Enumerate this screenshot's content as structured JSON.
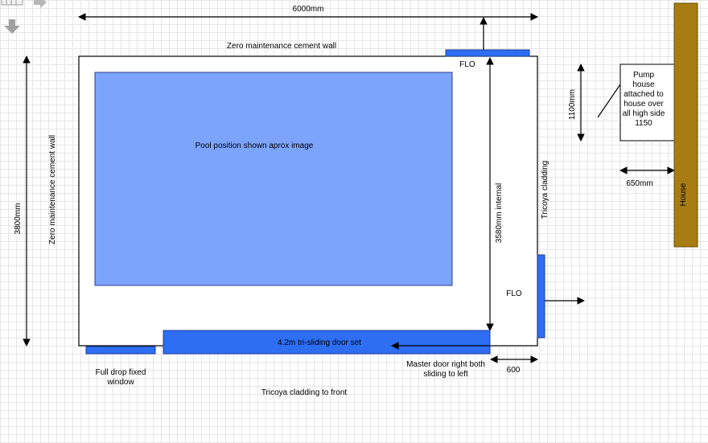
{
  "dimensions": {
    "overall_width": "6000mm",
    "overall_height": "3800mm",
    "internal_depth": "3580mm internal",
    "pump_house_height": "1100mm",
    "house_gap": "650mm",
    "bottom_offset": "600"
  },
  "walls": {
    "top": "Zero maintenance cement wall",
    "left": "Zero maintenance cement wall",
    "right": "Tricoya cladding",
    "front": "Tricoya cladding to front"
  },
  "pool": {
    "label": "Pool position shown aprox image"
  },
  "openings": {
    "flo_top": "FLO",
    "flo_right": "FLO",
    "sliding_door": "4.2m tri-sliding door set",
    "window_line1": "Full drop fixed",
    "window_line2": "window",
    "master_door_line1": "Master door right both",
    "master_door_line2": "sliding to left"
  },
  "pump_house": {
    "lines": [
      "Pump",
      "house",
      "attached to",
      "house over",
      "all high side",
      "1150"
    ]
  },
  "house": {
    "label": "House"
  },
  "colors": {
    "pool_fill": "#7ca4fc",
    "pool_stroke": "#2a3d8f",
    "opening_fill": "#2d6ef3",
    "opening_stroke": "#1e3f9a",
    "house_fill": "#a67c13",
    "house_stroke": "#6b4f0a"
  },
  "toolbar": {
    "icons": [
      "grid-icon",
      "arrow-right-icon",
      "arrow-down-icon"
    ]
  }
}
